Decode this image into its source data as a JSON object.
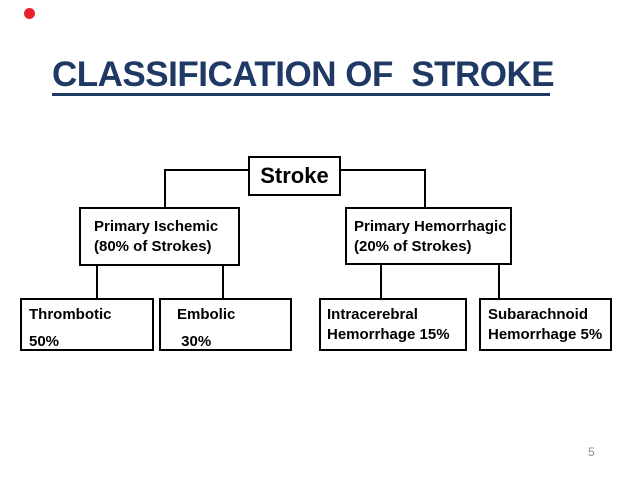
{
  "slide": {
    "title": "CLASSIFICATION OF  STROKE",
    "page_number": "5",
    "title_color": "#1f3864",
    "box_border_color": "#000000",
    "box_text_color": "#000000",
    "page_number_color": "#8c8c8c",
    "red_dot_color": "#e8212d"
  },
  "nodes": {
    "root": {
      "label": "Stroke"
    },
    "ischemic": {
      "line1": "Primary Ischemic",
      "line2": "(80% of Strokes)"
    },
    "hemorrhagic": {
      "line1": "Primary Hemorrhagic",
      "line2": "(20% of Strokes)"
    },
    "thrombotic": {
      "line1": "Thrombotic",
      "line2": "50%"
    },
    "embolic": {
      "line1": "Embolic",
      "line2": " 30%"
    },
    "intracerebral": {
      "line1": "Intracerebral",
      "line2": "Hemorrhage 15%"
    },
    "subarachnoid": {
      "line1": "Subarachnoid",
      "line2": "Hemorrhage 5%"
    }
  }
}
